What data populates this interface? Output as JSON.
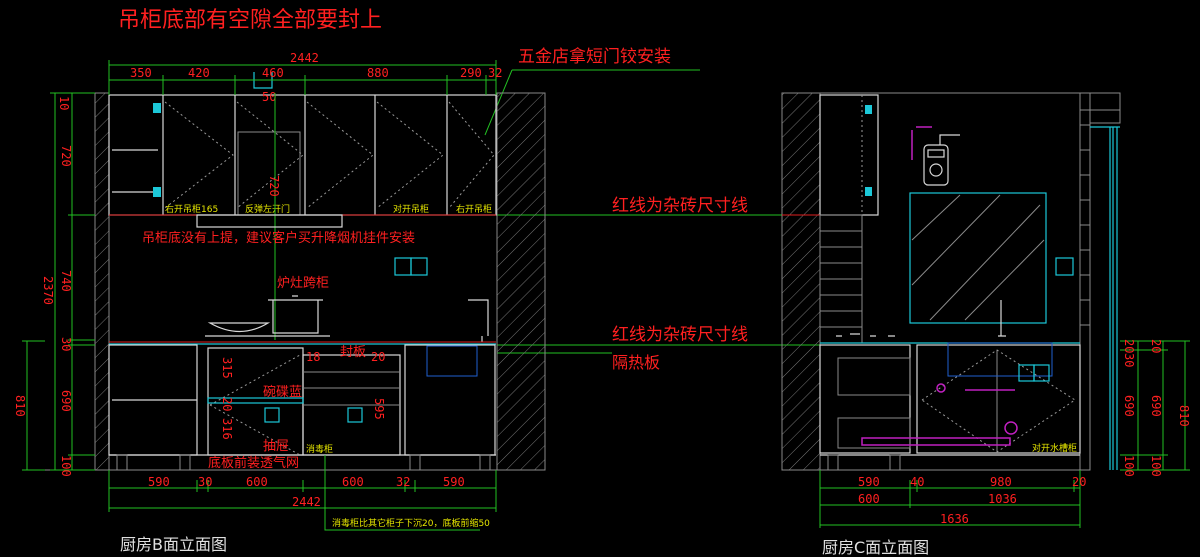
{
  "colors": {
    "annotation": "#ff2020",
    "dimension_line": "#22c022",
    "label": "#e6e600",
    "fixture": "#1cc8d8",
    "gas": "#c020c0"
  },
  "notes": {
    "top_warning": "吊柜底部有空隙全部要封上",
    "hinge_note": "五金店拿短门铰安装",
    "red_line_note_1": "红线为杂砖尺寸线",
    "red_line_note_2": "红线为杂砖尺寸线",
    "heat_shield": "隔热板",
    "hood_note": "吊柜底没有上提，建议客户买升降烟机挂件安装",
    "stove_cabinet": "炉灶跨柜",
    "dish_basket": "碗碟蓝",
    "drawer": "抽屉",
    "seal_board": "封板",
    "vent_note": "底板前装透气网",
    "disinfect_note": "消毒柜比其它柜子下沉20，底板前缩50"
  },
  "elevation_b": {
    "title": "厨房B面立面图",
    "labels": [
      "右开吊柜165",
      "反弹左开门",
      "对开吊柜",
      "右开吊柜",
      "消毒柜"
    ],
    "top_total": "2442",
    "top_dims": [
      "350",
      "420",
      "460",
      "880",
      "290",
      "32"
    ],
    "inner_dims": [
      "50",
      "720",
      "18",
      "20",
      "315",
      "20",
      "316",
      "595"
    ],
    "bottom_dims": [
      "590",
      "30",
      "600",
      "600",
      "32",
      "590"
    ],
    "bottom_total": "2442",
    "left_dims": [
      "10",
      "720",
      "740",
      "30",
      "690",
      "100"
    ],
    "left_total": "2370",
    "left_base": "810"
  },
  "elevation_c": {
    "title": "厨房C面立面图",
    "label": "对开水槽柜",
    "bottom_row1": [
      "590",
      "40",
      "980",
      "20"
    ],
    "bottom_row2": [
      "600",
      "1036"
    ],
    "bottom_total": "1636",
    "right_dims_a": [
      "20",
      "30",
      "690",
      "100"
    ],
    "right_dims_b": [
      "20",
      "690",
      "100"
    ],
    "right_total": "810"
  }
}
